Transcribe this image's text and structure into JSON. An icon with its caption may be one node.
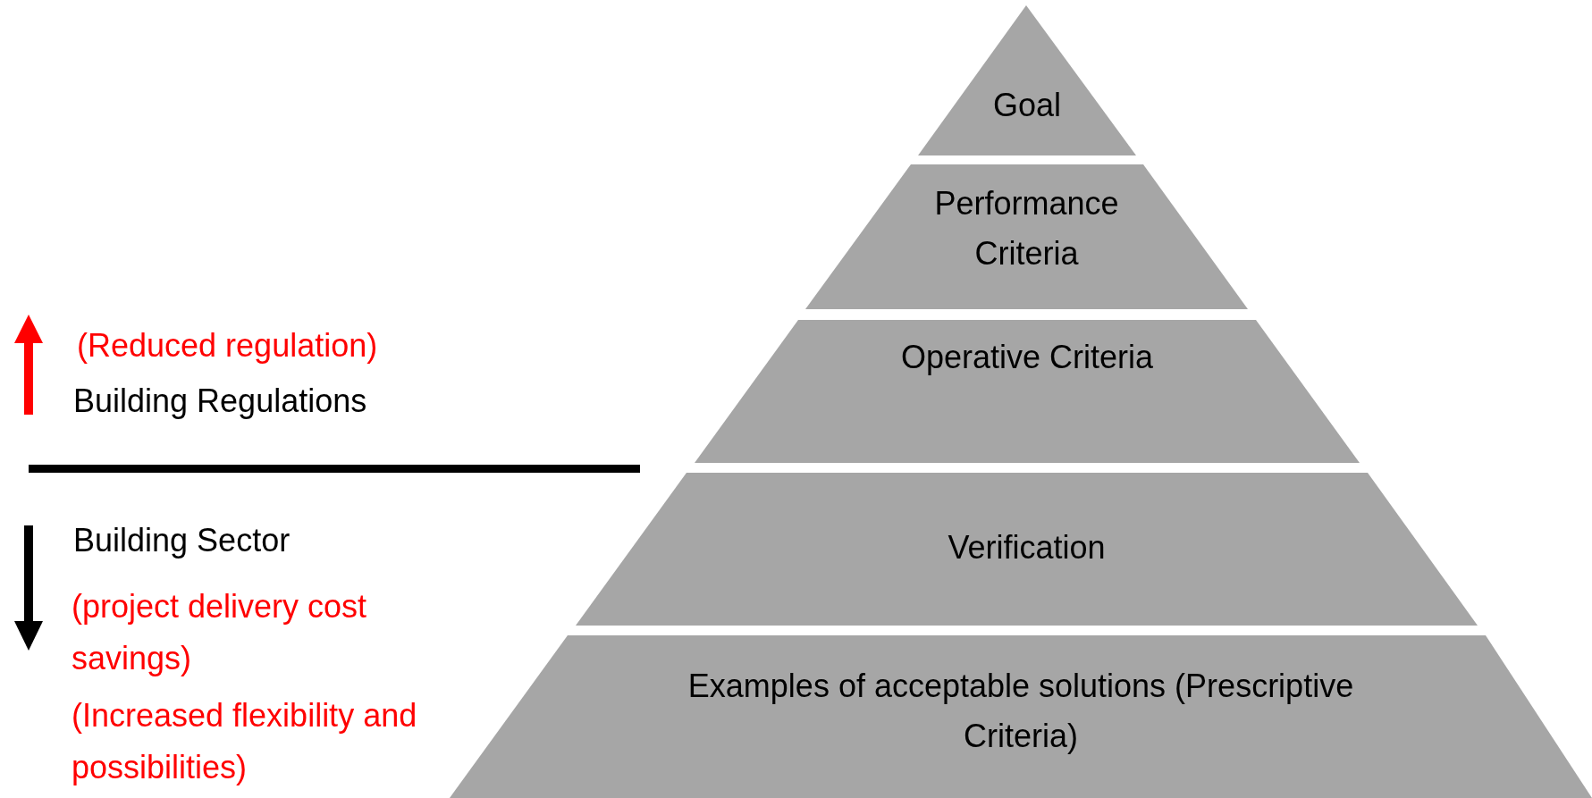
{
  "diagram": {
    "nodes": [
      {
        "text": [
          "Goal"
        ]
      },
      {
        "text": [
          "Performance Criteria"
        ]
      },
      {
        "text": [
          "Operative Criteria"
        ]
      },
      {
        "text": [
          "Verification"
        ]
      },
      {
        "text": [
          "Examples of acceptable solutions (Prescriptive Criteria)"
        ]
      }
    ],
    "edges": [],
    "labels": [
      "(Reduced regulation)",
      "Building Regulations",
      "Building Sector",
      "(project delivery cost savings)",
      "(Increased flexibility and possibilities)"
    ]
  }
}
